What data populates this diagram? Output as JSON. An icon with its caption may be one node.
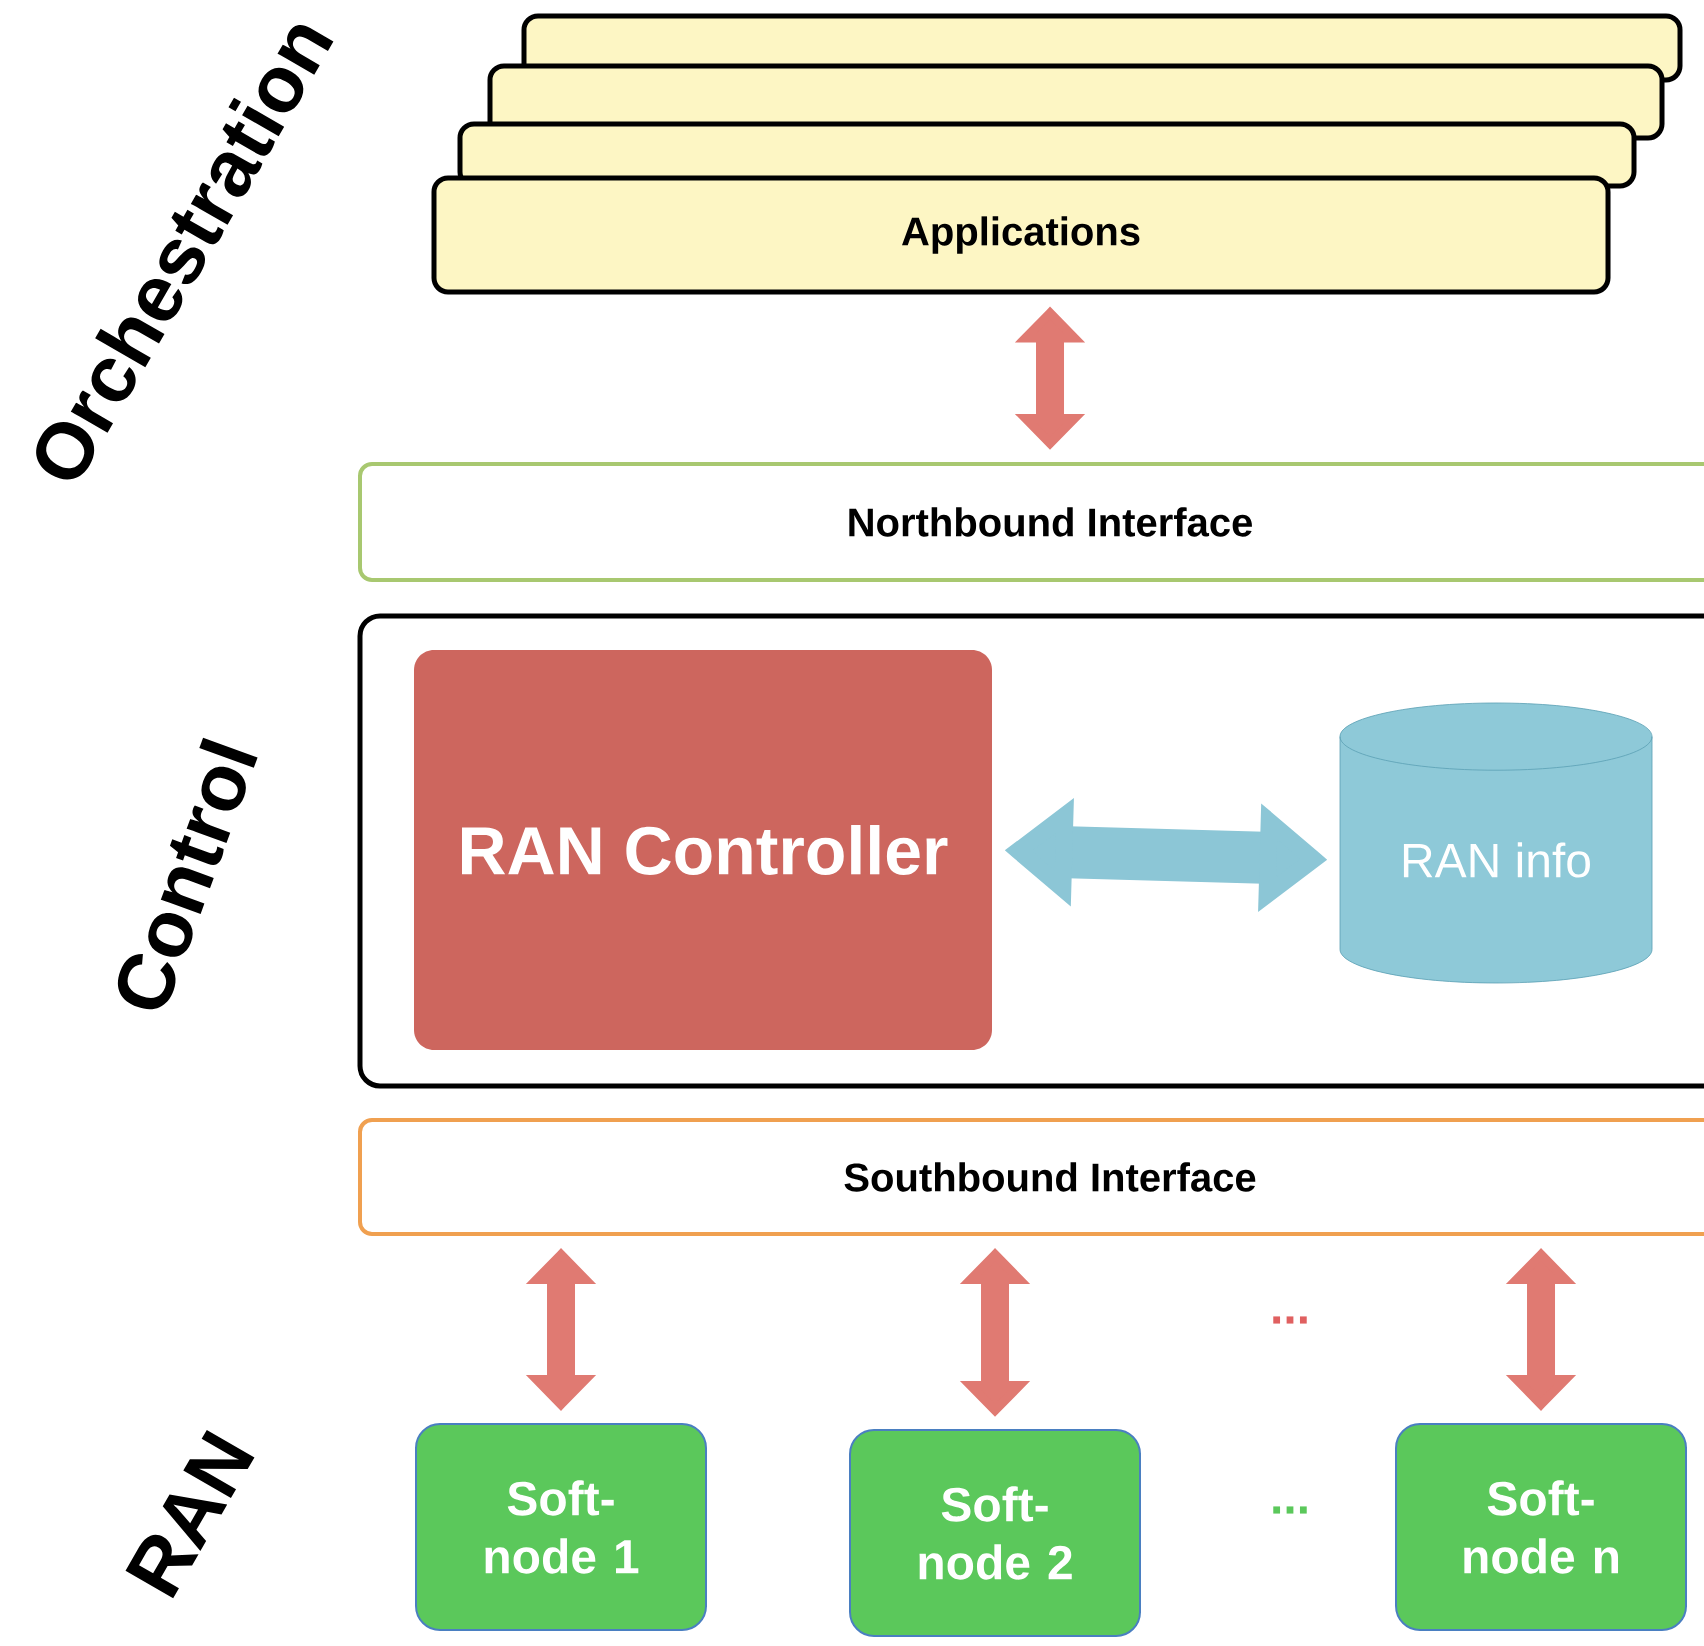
{
  "diagram": {
    "nodes": [
      {
        "text": [],
        "shape": "box"
      },
      {
        "text": [],
        "shape": "box"
      },
      {
        "text": [],
        "shape": "box"
      },
      {
        "text": [
          "Applications"
        ]
      },
      {
        "text": [
          "Northbound Interface"
        ]
      },
      {
        "text": [],
        "shape": "box"
      },
      {
        "text": [
          "RAN Controller"
        ],
        "in": 5
      },
      {
        "text": [
          "RAN info"
        ],
        "in": 5
      },
      {
        "text": [
          "Southbound Interface"
        ]
      },
      {
        "text": [
          "Soft-node 1"
        ]
      },
      {
        "text": [
          "Soft-node 2"
        ]
      },
      {
        "text": [
          "Soft-node n"
        ]
      }
    ],
    "edges": [
      {
        "from": 3,
        "to": 4,
        "arrow": "both"
      },
      {
        "from": 6,
        "to": 7,
        "arrow": "both",
        "style": "thick",
        "color": "#8cc6d6"
      },
      {
        "from": 8,
        "to": 9,
        "arrow": "both"
      },
      {
        "from": 8,
        "to": 10,
        "arrow": "both"
      },
      {
        "from": 8,
        "to": 11,
        "arrow": "both"
      }
    ],
    "labels": [
      "Orchestration",
      "Control",
      "RAN",
      "...",
      "..."
    ]
  }
}
